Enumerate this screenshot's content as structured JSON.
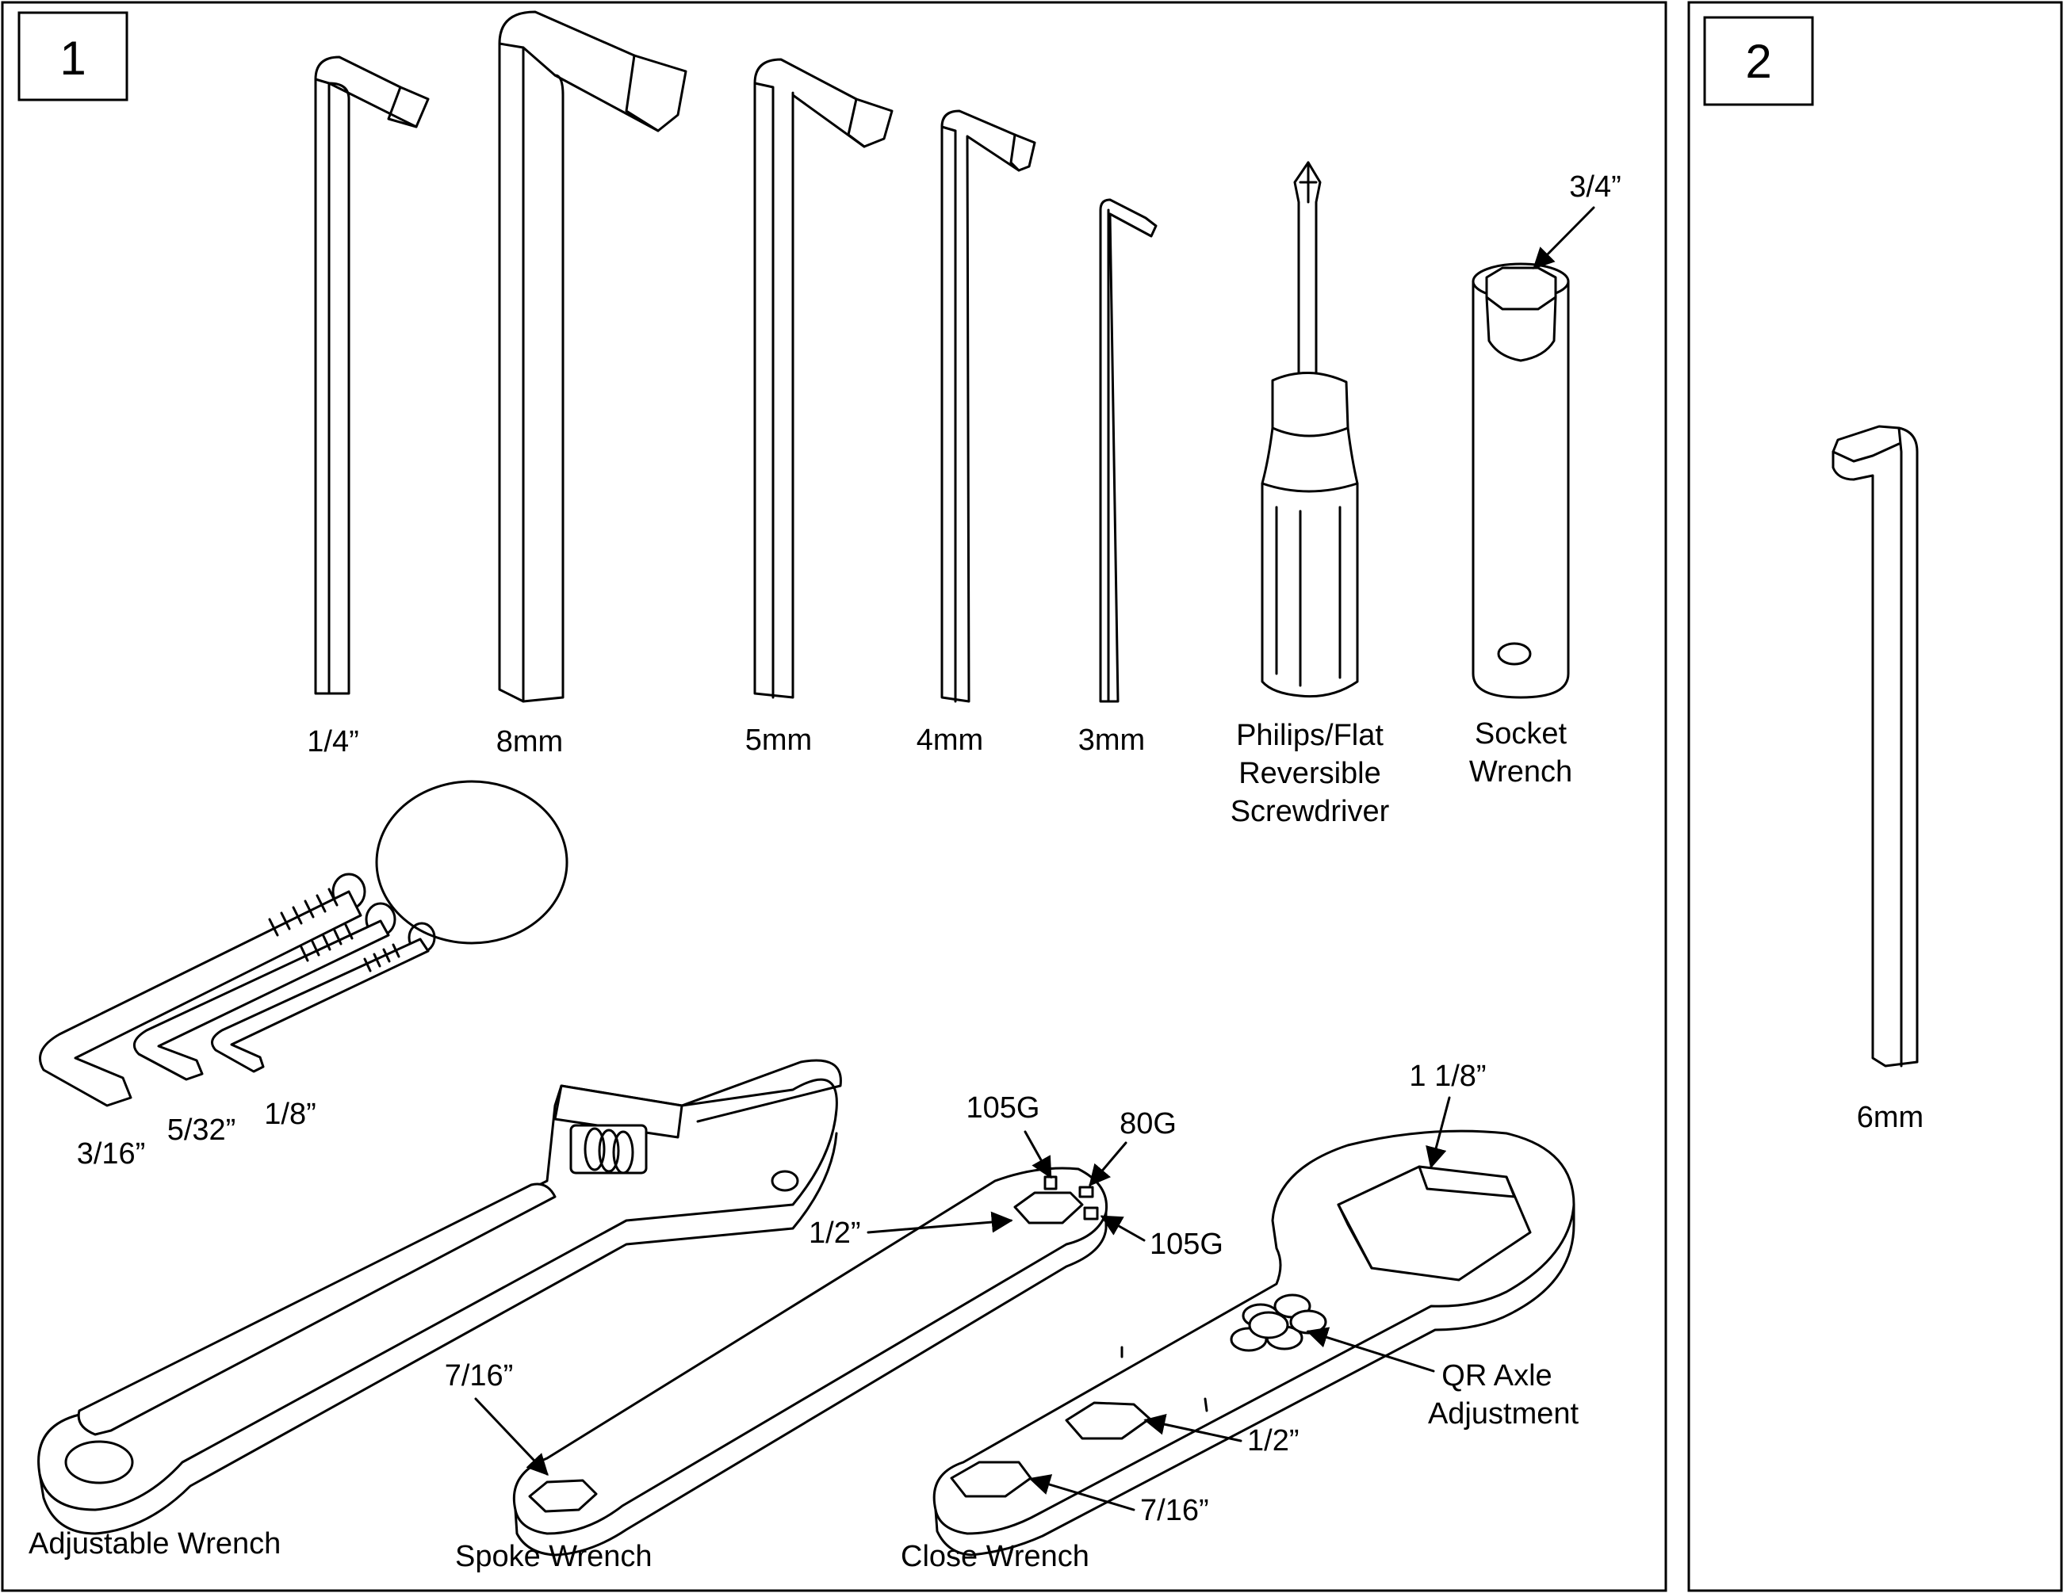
{
  "panels": {
    "panel1": {
      "number": "1"
    },
    "panel2": {
      "number": "2"
    }
  },
  "labels": {
    "hex_quarter": "1/4”",
    "hex_8mm": "8mm",
    "hex_5mm": "5mm",
    "hex_4mm": "4mm",
    "hex_3mm": "3mm",
    "screwdriver_line1": "Philips/Flat",
    "screwdriver_line2": "Reversible",
    "screwdriver_line3": "Screwdriver",
    "socket_line1": "Socket",
    "socket_line2": "Wrench",
    "socket_size": "3/4”",
    "ring_3_16": "3/16”",
    "ring_5_32": "5/32”",
    "ring_1_8": "1/8”",
    "adjustable_wrench": "Adjustable Wrench",
    "spoke_wrench": "Spoke Wrench",
    "spoke_105g_top": "105G",
    "spoke_80g": "80G",
    "spoke_105g_right": "105G",
    "spoke_half": "1/2”",
    "spoke_7_16": "7/16”",
    "close_wrench": "Close Wrench",
    "close_1_1_8": "1 1/8”",
    "qr_line1": "QR Axle",
    "qr_line2": "Adjustment",
    "close_half": "1/2”",
    "close_7_16": "7/16”",
    "hex_6mm": "6mm"
  }
}
